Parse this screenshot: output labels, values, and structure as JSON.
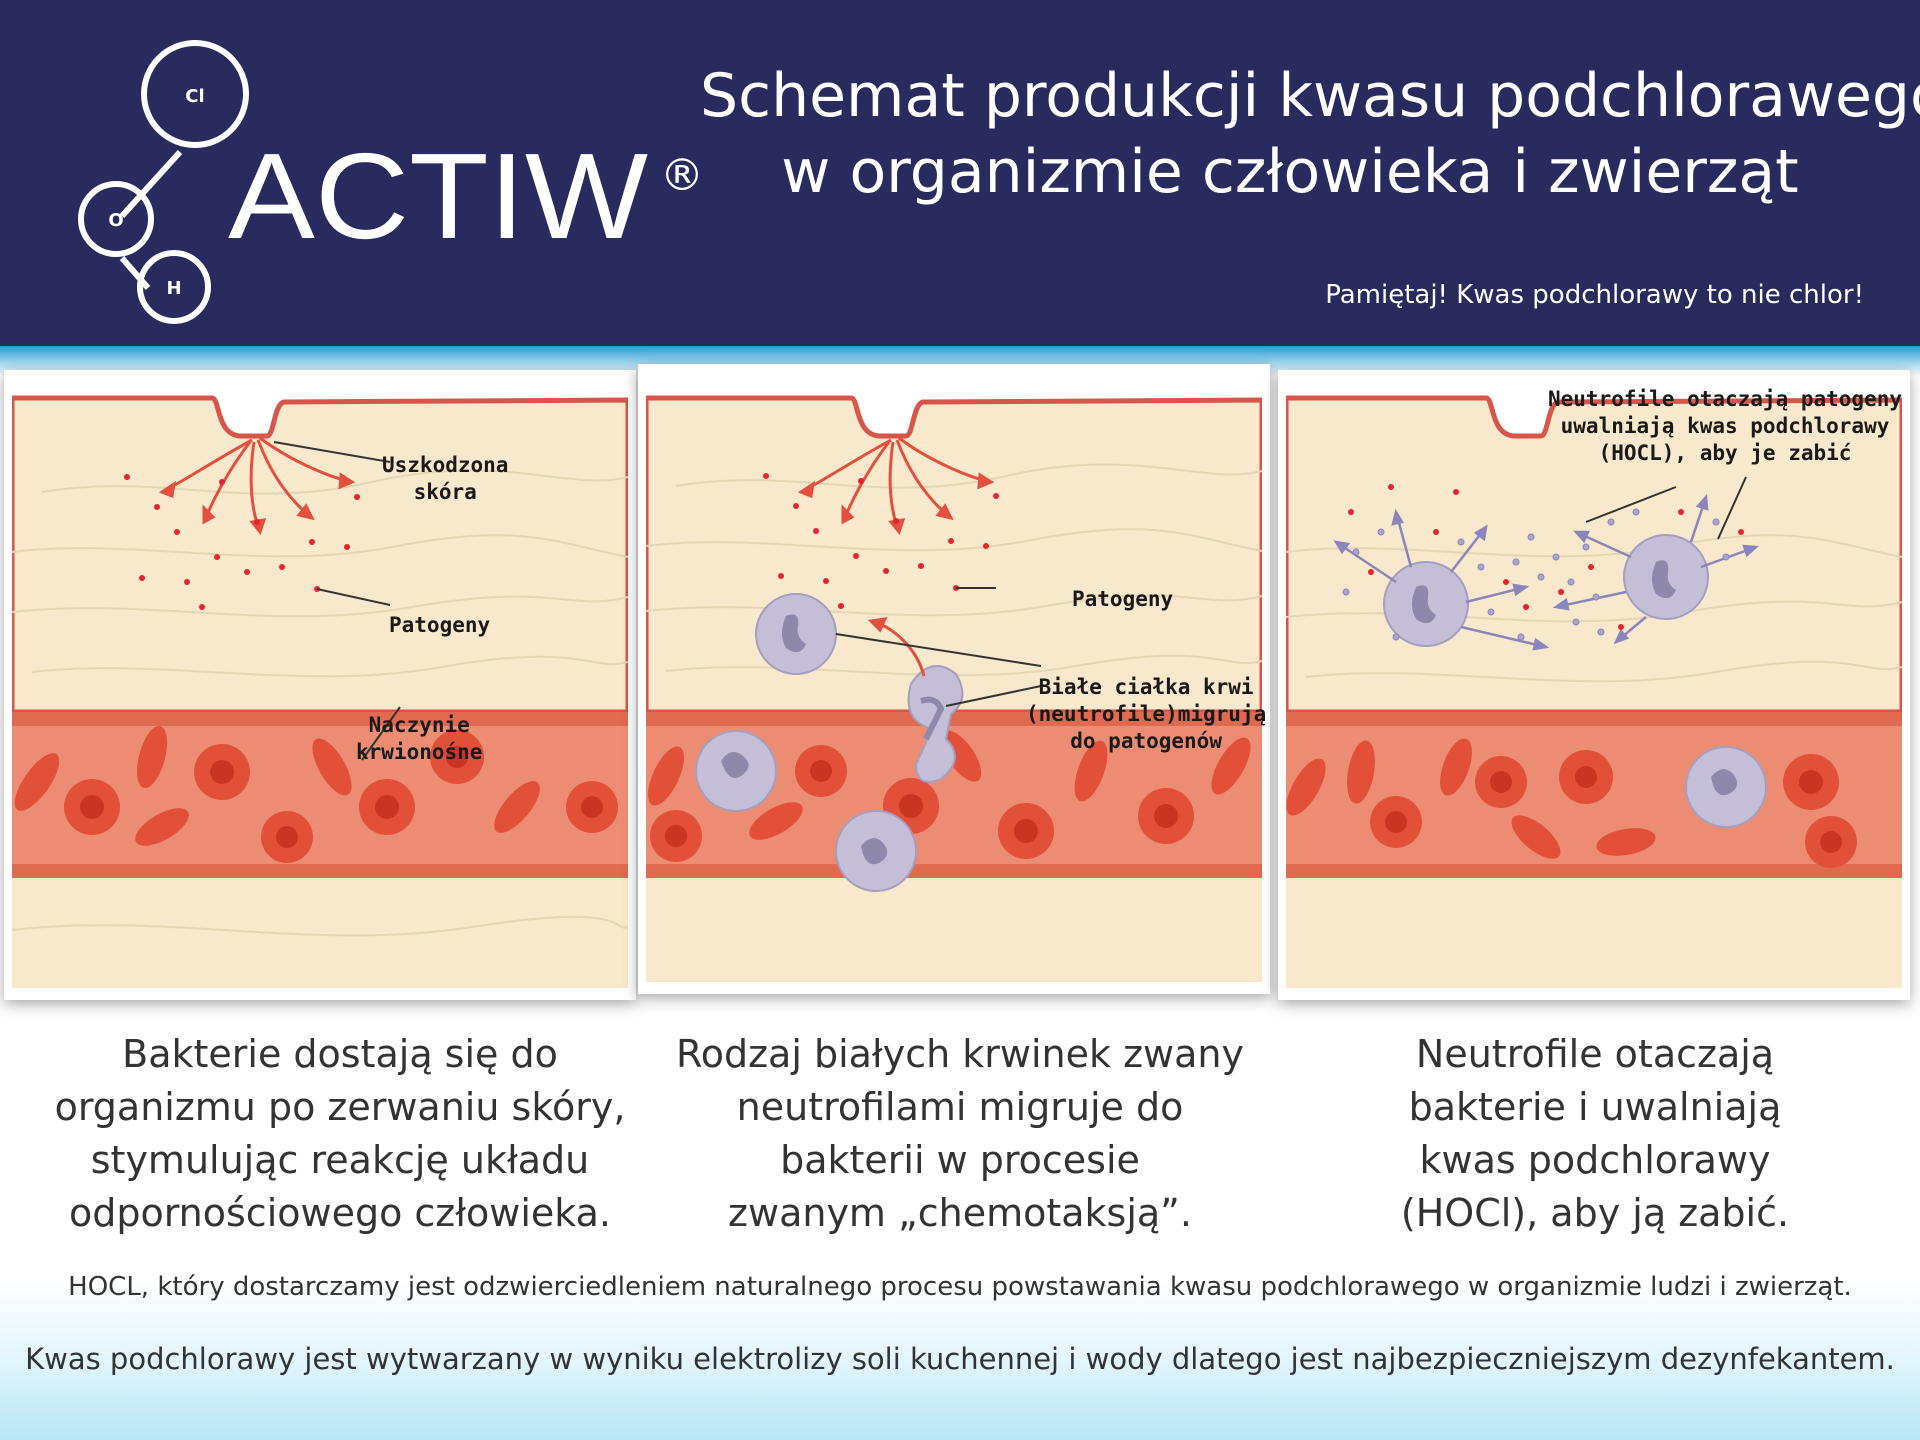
{
  "header": {
    "logo": {
      "brand": "ACTIW",
      "registered": "®",
      "atoms": [
        "Cl",
        "O",
        "H"
      ]
    },
    "title_lines": [
      "Schemat produkcji kwasu podchlorawego",
      "w organizmie człowieka i zwierząt"
    ],
    "tagline": "Pamiętaj! Kwas podchlorawy to nie chlor!"
  },
  "panels": [
    {
      "labels": {
        "damaged_skin": [
          "Uszkodzona",
          "skóra"
        ],
        "pathogens": "Patogeny",
        "blood_vessel": [
          "Naczynie",
          "krwionośne"
        ]
      }
    },
    {
      "labels": {
        "pathogens": "Patogeny",
        "white_cells": [
          "Białe ciałka krwi",
          "(neutrofile)migrują",
          "do patogenów"
        ]
      }
    },
    {
      "labels": {
        "neutrophils": [
          "Neutrofile otaczają patogeny",
          "uwalniają kwas podchlorawy",
          "(HOCL), aby je zabić"
        ]
      }
    }
  ],
  "captions": [
    [
      "Bakterie dostają się do",
      "organizmu po zerwaniu skóry,",
      "stymulując reakcję układu",
      "odpornościowego człowieka."
    ],
    [
      "Rodzaj białych krwinek zwany",
      "neutrofilami migruje do",
      "bakterii w procesie",
      "zwanym „chemotaksją”."
    ],
    [
      "Neutrofile otaczają",
      "bakterie i uwalniają",
      "kwas podchlorawy",
      "(HOCl), aby ją zabić."
    ]
  ],
  "footnotes": [
    "HOCL, który dostarczamy jest odzwierciedleniem naturalnego procesu powstawania kwasu podchlorawego w organizmie ludzi i zwierząt.",
    "Kwas podchlorawy jest wytwarzany w wyniku elektrolizy soli kuchennej i wody dlatego jest najbezpieczniejszym dezynfekantem."
  ],
  "colors": {
    "header_bg": "#292a5e",
    "skin": "#f8e8cc",
    "skin_edge": "#d8554a",
    "vessel": "#ec8d73",
    "red_cell": "#e2503a",
    "pathogen": "#e5242e",
    "neutrophil": "#c4bfd6",
    "arrow_chemotaxis": "#e3503f",
    "arrow_hocl": "#8a86bd"
  }
}
